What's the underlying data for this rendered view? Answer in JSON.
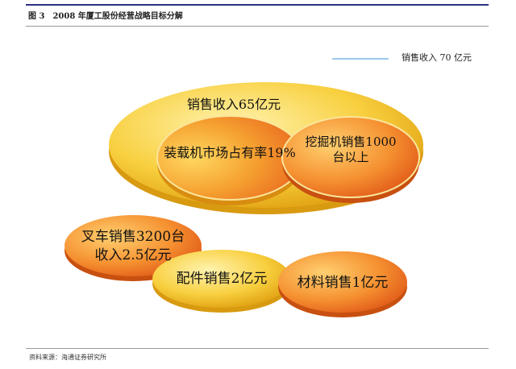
{
  "title": "图 3　2008 年厦工股份经营战略目标分解",
  "legend": "销售收入 70 亿元",
  "source": "资料来源：海通证券研究所",
  "diagram": {
    "total": "销售收入65亿元",
    "loader": "装载机市场占有率19%",
    "excavator_l1": "挖掘机销售1000",
    "excavator_l2": "台以上",
    "forklift_l1": "叉车销售3200台",
    "forklift_l2": "收入2.5亿元",
    "parts": "配件销售2亿元",
    "materials": "材料销售1亿元"
  },
  "colors": {
    "gold": "#f6c43a",
    "orange": "#f07a22",
    "rule": "#2b2f86"
  }
}
